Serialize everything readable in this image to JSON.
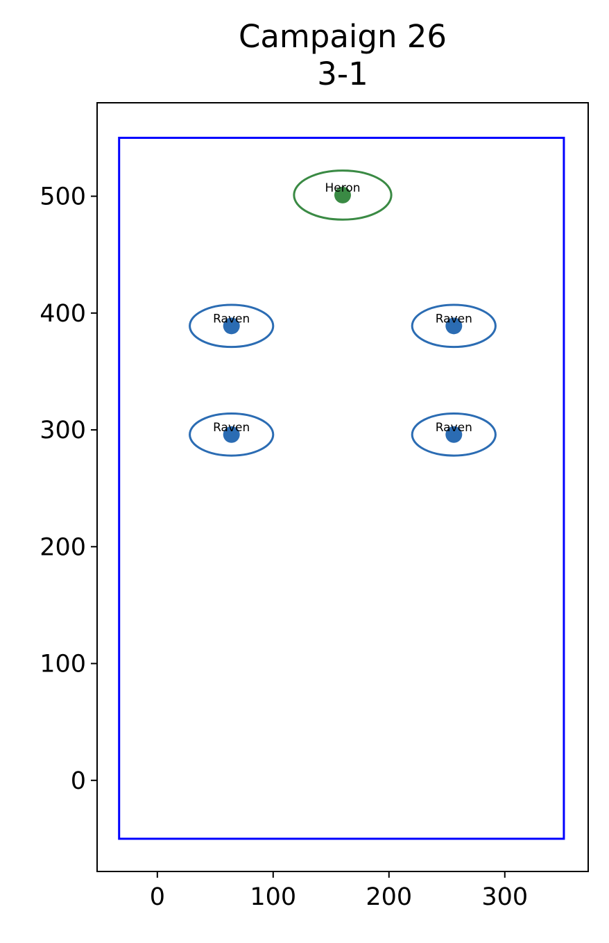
{
  "chart_data": {
    "type": "scatter",
    "title": "Campaign 26",
    "subtitle": "3-1",
    "xlabel": "",
    "ylabel": "",
    "xlim": [
      -52,
      372
    ],
    "ylim": [
      -78,
      580
    ],
    "xticks": [
      0,
      100,
      200,
      300
    ],
    "yticks": [
      0,
      100,
      200,
      300,
      400,
      500
    ],
    "x_tick_labels": [
      "0",
      "100",
      "200",
      "300"
    ],
    "y_tick_labels": [
      "0",
      "100",
      "200",
      "300",
      "400",
      "500"
    ],
    "grid": false,
    "boundary": {
      "x": [
        -33,
        351
      ],
      "y": [
        -50,
        550
      ],
      "color": "#0000ff"
    },
    "points": [
      {
        "label": "Heron",
        "x": 160,
        "y": 501,
        "color": "#3a8a44",
        "ellipse_w": 84,
        "ellipse_h": 42
      },
      {
        "label": "Raven",
        "x": 64,
        "y": 389,
        "color": "#2b6cb3",
        "ellipse_w": 72,
        "ellipse_h": 36
      },
      {
        "label": "Raven",
        "x": 256,
        "y": 389,
        "color": "#2b6cb3",
        "ellipse_w": 72,
        "ellipse_h": 36
      },
      {
        "label": "Raven",
        "x": 64,
        "y": 296,
        "color": "#2b6cb3",
        "ellipse_w": 72,
        "ellipse_h": 36
      },
      {
        "label": "Raven",
        "x": 256,
        "y": 296,
        "color": "#2b6cb3",
        "ellipse_w": 72,
        "ellipse_h": 36
      }
    ]
  }
}
